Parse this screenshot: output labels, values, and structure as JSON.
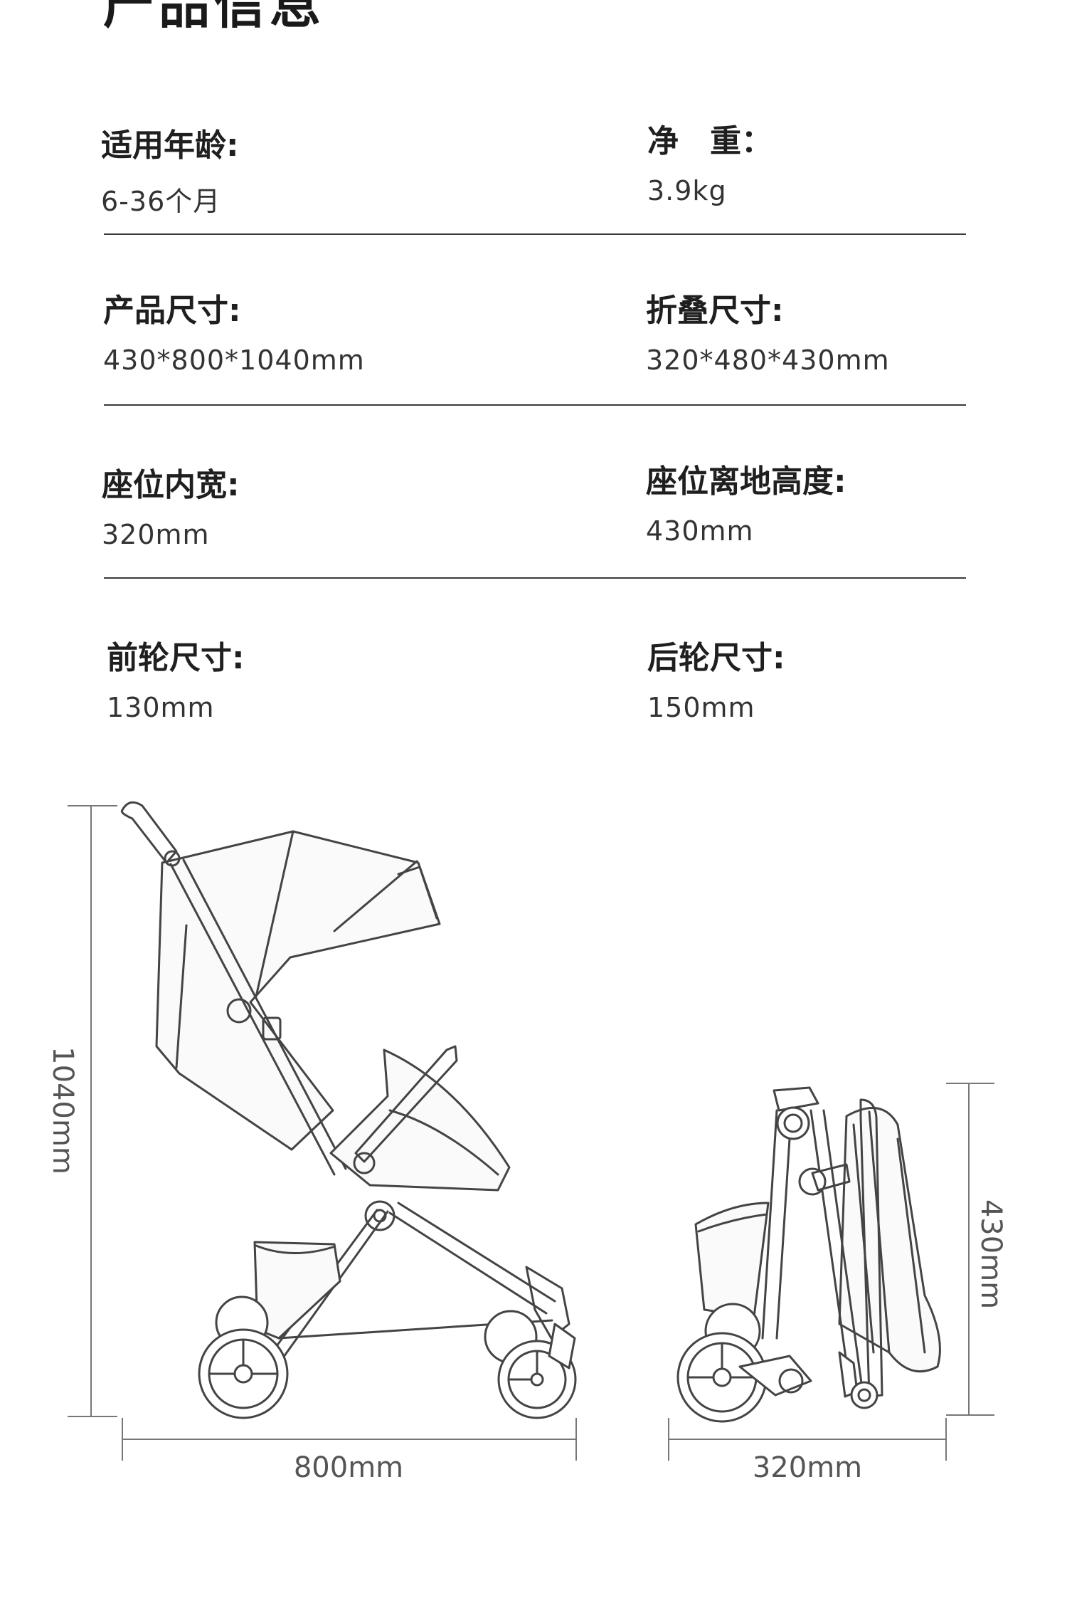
{
  "page_title": "产品信息",
  "specs": [
    {
      "label": "适用年龄:",
      "value": "6-36个月"
    },
    {
      "label": "净　重：",
      "value": "3.9kg"
    },
    {
      "label": "产品尺寸:",
      "value": "430*800*1040mm"
    },
    {
      "label": "折叠尺寸:",
      "value": "320*480*430mm"
    },
    {
      "label": "座位内宽:",
      "value": "320mm"
    },
    {
      "label": "座位离地高度:",
      "value": "430mm"
    },
    {
      "label": "前轮尺寸:",
      "value": "130mm"
    },
    {
      "label": "后轮尺寸:",
      "value": "150mm"
    }
  ],
  "dimensions": {
    "unfolded_height": "1040mm",
    "unfolded_length": "800mm",
    "folded_height": "430mm",
    "folded_width": "320mm"
  }
}
